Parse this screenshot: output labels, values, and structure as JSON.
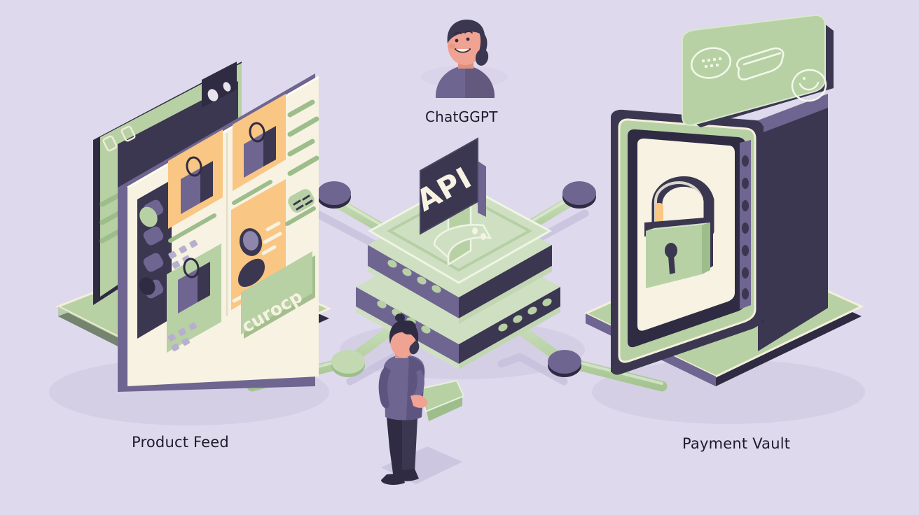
{
  "scene": {
    "background_color": "#ded9ec",
    "style": "isometric flat illustration",
    "title_text_color": "#1f1b2b"
  },
  "palette": {
    "background": "#ded9ec",
    "green_light": "#cfe0c2",
    "green_mid": "#b7d1a4",
    "green_dark": "#9dbd8a",
    "cream": "#f7f2e2",
    "cream_dark": "#ece5cf",
    "navy": "#3b3750",
    "navy_dark": "#2f2b42",
    "purple": "#6f6591",
    "purple_light": "#8f86ad",
    "orange": "#f9c683",
    "orange_dark": "#f3b565",
    "skin": "#f0a293",
    "shadow": "#c9c2de"
  },
  "nodes": {
    "product_feed": {
      "label": "Product Feed",
      "icon": "monitor-with-product-grid",
      "screen": {
        "button_label": "curocp",
        "card_count": 4,
        "sidebar_pill_count": 4
      }
    },
    "api_server": {
      "label": "API",
      "icon": "server-stack-with-sign",
      "tiers": 2,
      "sign_text": "API"
    },
    "payment_vault": {
      "label": "Payment Vault",
      "icon": "vault-with-padlock"
    },
    "chatgpt": {
      "label": "ChatGGPT",
      "icon": "user-avatar"
    },
    "floating_card": {
      "icon": "credit-card",
      "elements": [
        "dots-group",
        "pill-stripe",
        "smiley-circle"
      ]
    },
    "person": {
      "icon": "person-holding-tablet",
      "facing": "away"
    }
  },
  "connections": [
    {
      "from": "product_feed",
      "to": "api_server",
      "joint": "purple-node",
      "position": "upper-left"
    },
    {
      "from": "api_server",
      "to": "payment_vault",
      "joint": "purple-node",
      "position": "upper-right"
    },
    {
      "from": "product_feed",
      "to": "api_server",
      "joint": "green-node",
      "position": "lower-left"
    },
    {
      "from": "api_server",
      "to": "payment_vault",
      "joint": "purple-node",
      "position": "lower-right"
    }
  ]
}
